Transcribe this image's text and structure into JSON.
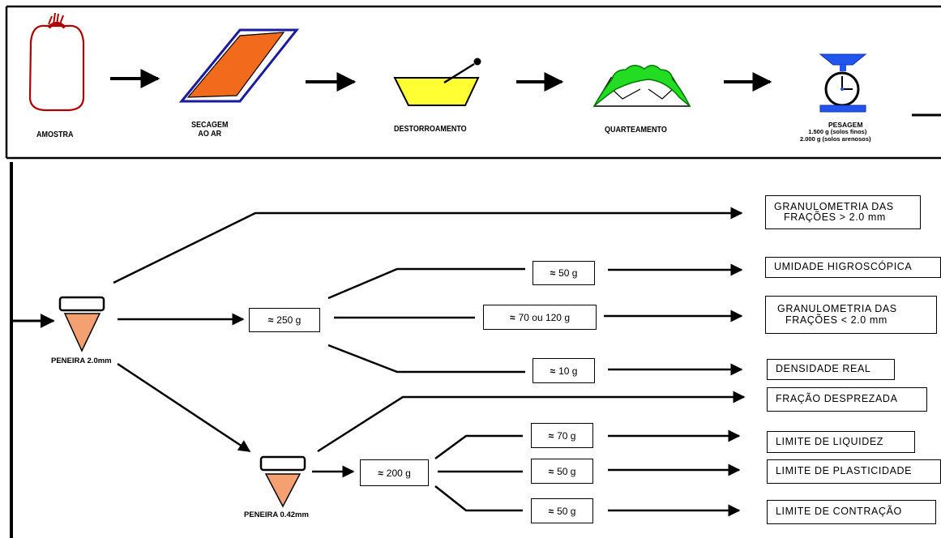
{
  "top_steps": [
    {
      "label": "AMOSTRA"
    },
    {
      "label": "SECAGEM",
      "label2": "AO AR"
    },
    {
      "label": "DESTORROAMENTO"
    },
    {
      "label": "QUARTEAMENTO"
    },
    {
      "label": "PESAGEM",
      "line2": "1.500 g (solos finos)",
      "line3": "2.000 g (solos arenosos)"
    }
  ],
  "sieves": [
    {
      "label": "PENEIRA 2.0mm"
    },
    {
      "label": "PENEIRA 0.42mm"
    }
  ],
  "approx_symbol": "≈",
  "amounts": {
    "a250": "250 g",
    "a50": "50 g",
    "a70_120": "70 ou 120 g",
    "a10": "10 g",
    "a200": "200 g",
    "a70": "70 g",
    "a50b": "50 g",
    "a50c": "50 g"
  },
  "results": {
    "gran_gt": {
      "line1": "GRANULOMETRIA DAS",
      "line2": "FRAÇÕES > 2.0 mm"
    },
    "umidade": {
      "line1": "UMIDADE HIGROSCÓPICA"
    },
    "gran_lt": {
      "line1": "GRANULOMETRIA DAS",
      "line2": "FRAÇÕES < 2.0 mm"
    },
    "densidade": {
      "line1": "DENSIDADE REAL"
    },
    "desprezada": {
      "line1": "FRAÇÃO DESPREZADA"
    },
    "liquidez": {
      "line1": "LIMITE DE LIQUIDEZ"
    },
    "plasticidade": {
      "line1": "LIMITE DE PLASTICIDADE"
    },
    "contracao": {
      "line1": "LIMITE DE CONTRAÇÃO"
    }
  },
  "colors": {
    "bag_outline": "#b00000",
    "tray_fill": "#f26b1d",
    "tray_frame": "#1a1aa0",
    "bowl_fill": "#ffff33",
    "quarter_fill": "#22dd22",
    "scale_blue": "#2255ee",
    "sieve_cone": "#f4a070"
  }
}
